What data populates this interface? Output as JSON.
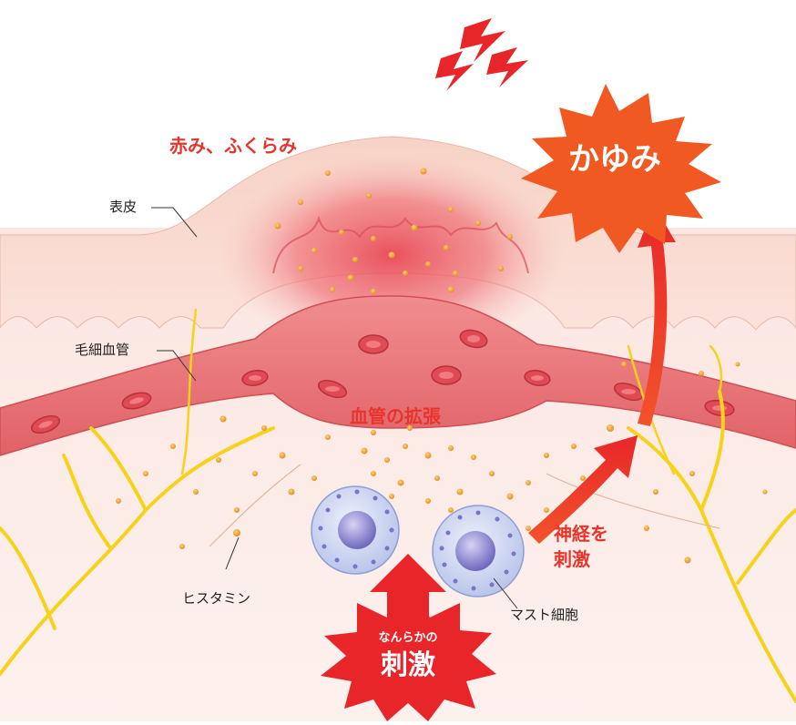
{
  "labels": {
    "redness_swelling": "赤み、ふくらみ",
    "epidermis": "表皮",
    "capillary": "毛細血管",
    "vasodilation": "血管の拡張",
    "histamine": "ヒスタミン",
    "mast_cell": "マスト細胞",
    "nerve_stim_line1": "神経を",
    "nerve_stim_line2": "刺激",
    "itch": "かゆみ",
    "stimulus_small": "なんらかの",
    "stimulus_big": "刺激"
  },
  "colors": {
    "red_text": "#e8342a",
    "burst_orange": "#f05a22",
    "burst_red": "#e8262a",
    "nerve_yellow": "#f7d21a",
    "vessel": "#e56f73",
    "skin": "#f9dcd4",
    "histamine_dot": "#f0a030",
    "mast_cell": "#c9d3ee"
  },
  "icons": {
    "lightning": "lightning-icon",
    "arrow_up": "arrow-up-icon"
  }
}
